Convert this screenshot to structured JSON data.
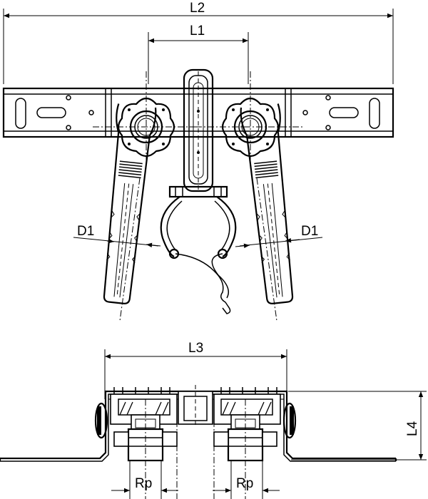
{
  "labels": {
    "l2": "L2",
    "l1": "L1",
    "d1_left": "D1",
    "d1_right": "D1",
    "l3": "L3",
    "l4": "L4",
    "rp_left": "Rp",
    "rp_right": "Rp"
  }
}
